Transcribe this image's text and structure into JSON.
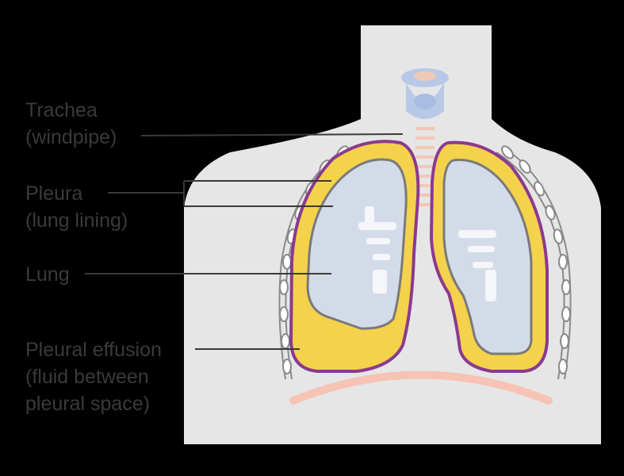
{
  "labels": {
    "trachea": [
      "Trachea",
      "(windpipe)"
    ],
    "pleura": [
      "Pleura",
      "(lung lining)"
    ],
    "lung": [
      "Lung"
    ],
    "effusion": [
      "Pleural effusion",
      "(fluid between",
      "pleural space)"
    ]
  },
  "colors": {
    "background": "#000000",
    "body": "#e6e6e6",
    "pleural_fluid": "#f5d24b",
    "pleura_outline": "#8b3a8f",
    "lung_tissue": "#d4dbe8",
    "lung_outline": "#7a7a7a",
    "diaphragm": "#f6c3b4",
    "leader_line": "#3a3a3a",
    "larynx": "#b8c9e8"
  }
}
